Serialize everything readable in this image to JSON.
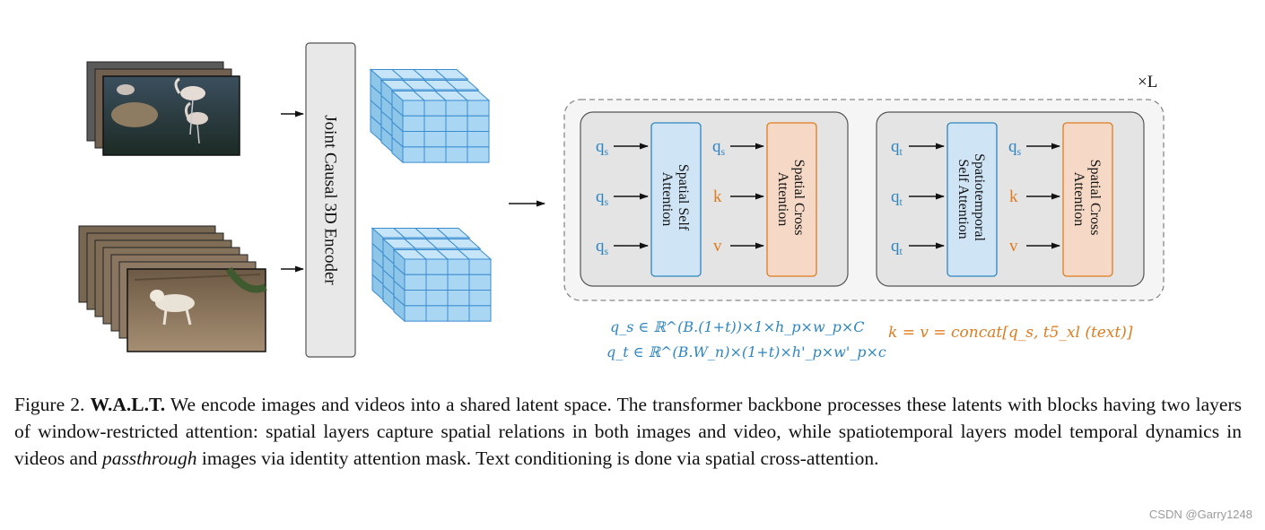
{
  "figure": {
    "encoder_label": "Joint Causal 3D Encoder",
    "repeat_label": "×L",
    "spatial_block": {
      "self_attention": [
        "Spatial Self",
        "Attention"
      ],
      "cross_attention": [
        "Spatial Cross",
        "Attention"
      ],
      "inputs": [
        "q",
        "q",
        "q"
      ],
      "inputs_sub": [
        "s",
        "s",
        "s"
      ],
      "cross_inputs": [
        "q",
        "k",
        "v"
      ],
      "cross_inputs_sub": [
        "s",
        "",
        ""
      ]
    },
    "spatiotemporal_block": {
      "self_attention": [
        "Spatiotemporal",
        "Self Attention"
      ],
      "cross_attention": [
        "Spatial Cross",
        "Attention"
      ],
      "inputs": [
        "q",
        "q",
        "q"
      ],
      "inputs_sub": [
        "t",
        "t",
        "t"
      ],
      "cross_inputs": [
        "q",
        "k",
        "v"
      ],
      "cross_inputs_sub": [
        "s",
        "",
        ""
      ]
    },
    "formula_qs": "q_s ∈ ℝ^(B.(1+t))×1×h_p×w_p×C",
    "formula_qt": "q_t ∈ ℝ^(B.W_n)×(1+t)×h'_p×w'_p×c",
    "formula_kv": "k = v = concat[q_s, t5_xl (text)]",
    "colors": {
      "query_blue": "#2e86c1",
      "kv_orange": "#e07b1f",
      "self_attn_fill": "#cfe4f5",
      "cross_attn_fill": "#f5d9c6",
      "block_fill": "#e4e4e4",
      "latent_cube": "#a9d6f3"
    }
  },
  "caption": {
    "label": "Figure 2.",
    "title": "W.A.L.T.",
    "text_1": "We encode images and videos into a shared latent space. The transformer backbone processes these latents with blocks having two layers of window-restricted attention: spatial layers capture spatial relations in both images and video, while spatiotemporal layers model temporal dynamics in videos and",
    "emph": "passthrough",
    "text_2": "images via identity attention mask. Text conditioning is done via spatial cross-attention."
  },
  "watermark": "CSDN @Garry1248"
}
